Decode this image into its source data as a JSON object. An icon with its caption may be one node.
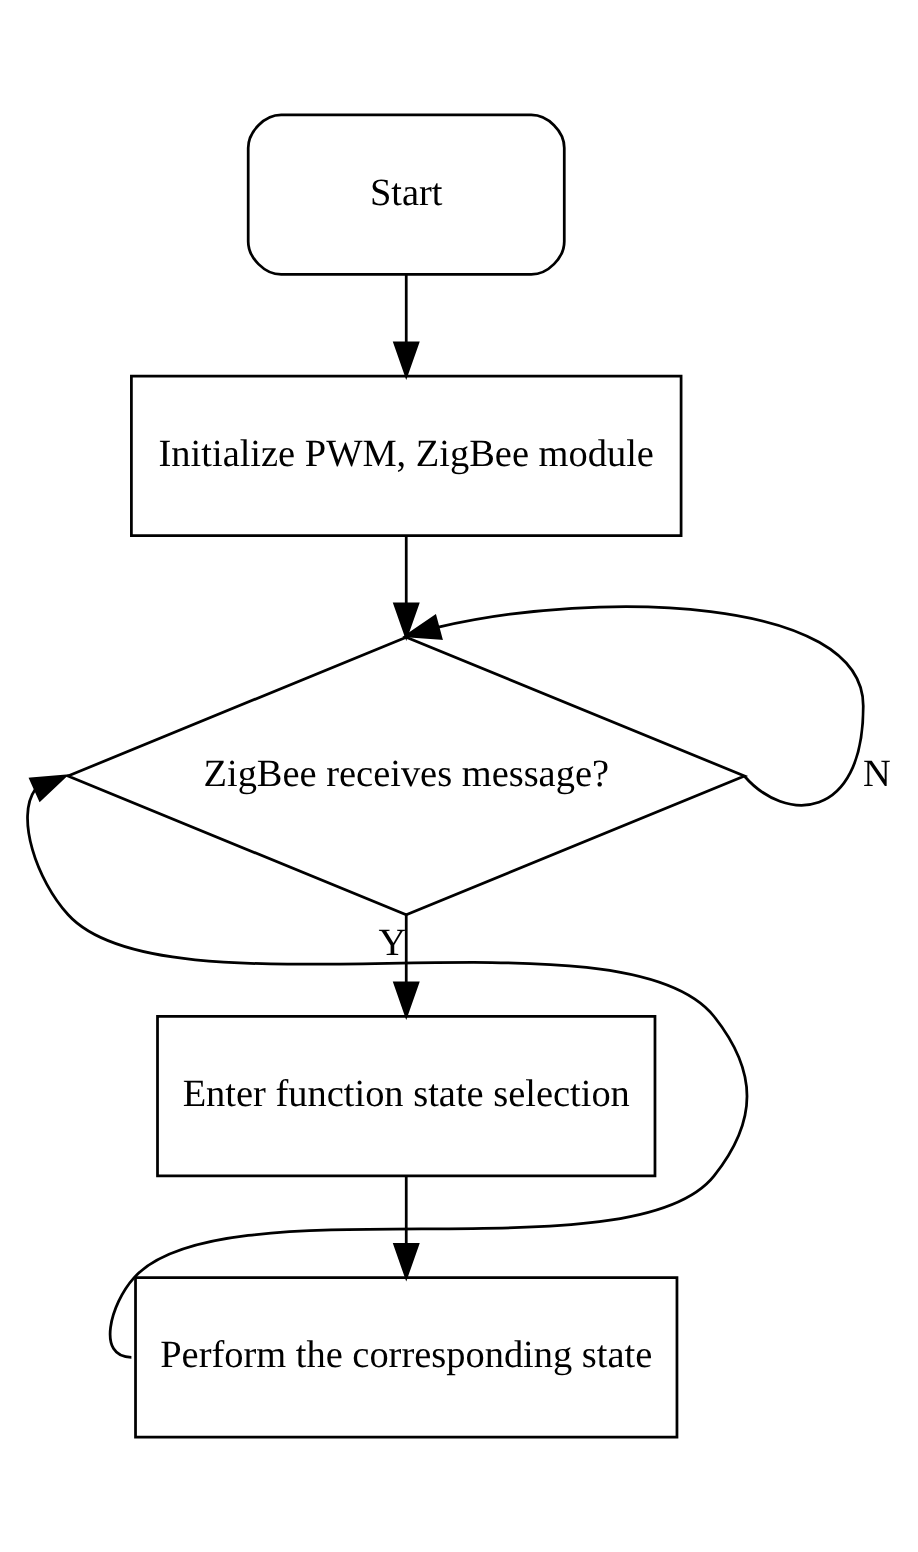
{
  "diagram": {
    "nodes": [
      {
        "text": [
          "Start"
        ]
      },
      {
        "text": [
          "Initialize PWM, ZigBee module"
        ]
      },
      {
        "text": [
          "ZigBee receives message?"
        ]
      },
      {
        "text": [
          "Enter function state selection"
        ]
      },
      {
        "text": [
          "Perform the corresponding state"
        ]
      }
    ],
    "edges": [
      {
        "from": 0,
        "to": 1,
        "arrow": "to"
      },
      {
        "from": 1,
        "to": 2,
        "arrow": "to"
      },
      {
        "from": 2,
        "to": 3,
        "arrow": "to",
        "label": "Y"
      },
      {
        "from": 3,
        "to": 4,
        "arrow": "to"
      },
      {
        "from": 4,
        "to": 2,
        "arrow": "to"
      },
      {
        "from": 2,
        "to": 2,
        "arrow": "to",
        "label": "N"
      }
    ]
  }
}
